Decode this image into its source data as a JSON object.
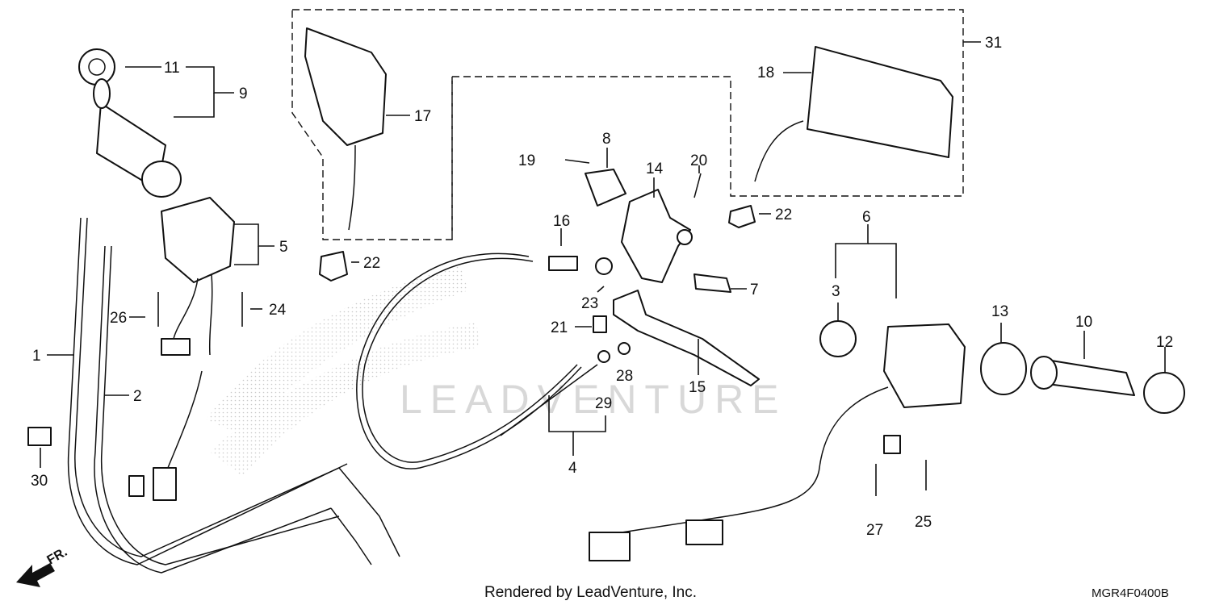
{
  "watermark": "LEADVENTURE",
  "footer": {
    "rendered_by": "Rendered by LeadVenture, Inc.",
    "diagram_code": "MGR4F0400B",
    "direction_label": "FR."
  },
  "callouts": {
    "c1": "1",
    "c2": "2",
    "c3": "3",
    "c4": "4",
    "c5": "5",
    "c6": "6",
    "c7": "7",
    "c8": "8",
    "c9": "9",
    "c10": "10",
    "c11": "11",
    "c12": "12",
    "c13": "13",
    "c14": "14",
    "c15": "15",
    "c16": "16",
    "c17": "17",
    "c18": "18",
    "c19": "19",
    "c20": "20",
    "c21": "21",
    "c22a": "22",
    "c22b": "22",
    "c23": "23",
    "c24": "24",
    "c25": "25",
    "c26": "26",
    "c27": "27",
    "c28": "28",
    "c29": "29",
    "c30": "30",
    "c31": "31"
  }
}
